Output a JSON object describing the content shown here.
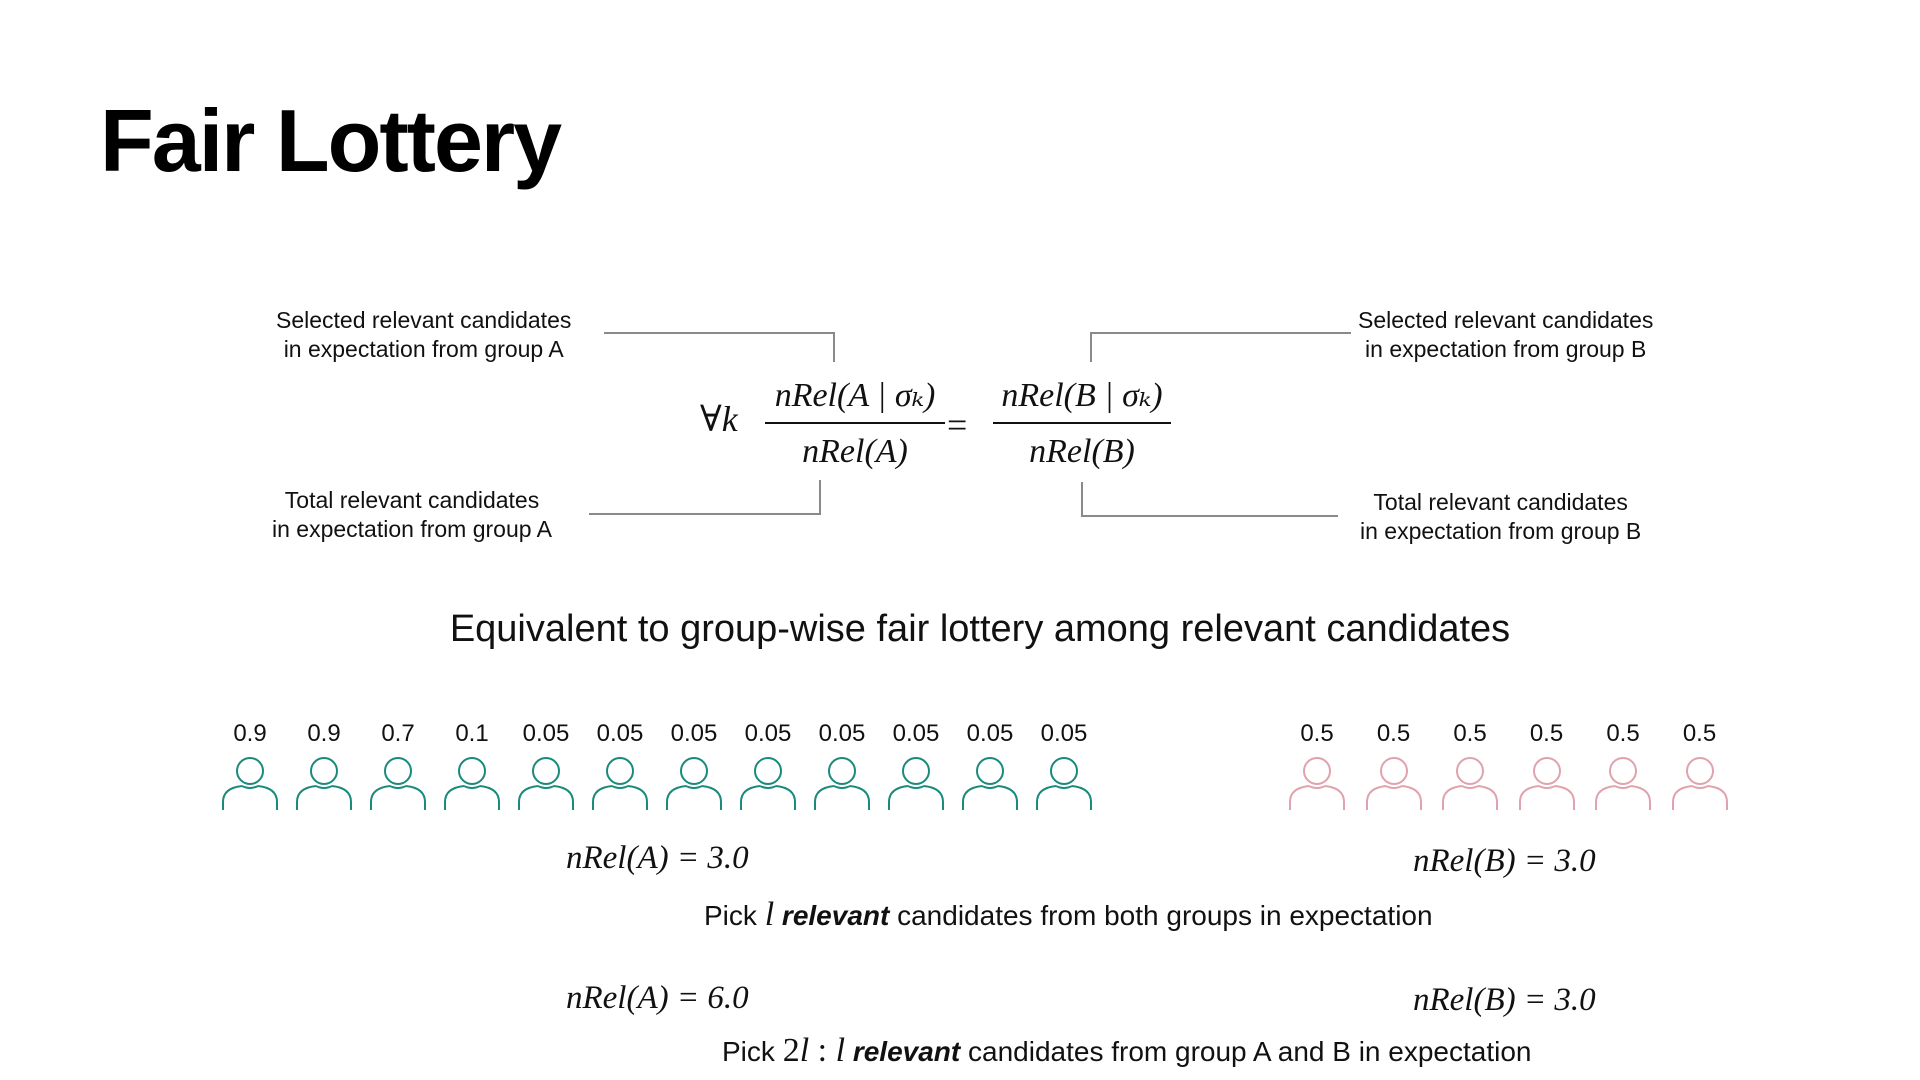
{
  "slide": {
    "title": "Fair Lottery"
  },
  "annotations": {
    "selected_a_line1": "Selected relevant candidates",
    "selected_a_line2": "in expectation from group A",
    "selected_b_line1": "Selected relevant candidates",
    "selected_b_line2": "in expectation from group B",
    "total_a_line1": "Total relevant candidates",
    "total_a_line2": "in expectation from group A",
    "total_b_line1": "Total relevant candidates",
    "total_b_line2": "in expectation from group B"
  },
  "formula": {
    "quantifier": "∀k",
    "lhs_numerator": "nRel(A | σₖ)",
    "lhs_denominator": "nRel(A)",
    "equals": "=",
    "rhs_numerator": "nRel(B | σₖ)",
    "rhs_denominator": "nRel(B)"
  },
  "subtitle": "Equivalent to group-wise fair lottery among relevant candidates",
  "group_a": {
    "color": "#1a8a7a",
    "probabilities": [
      "0.9",
      "0.9",
      "0.7",
      "0.1",
      "0.05",
      "0.05",
      "0.05",
      "0.05",
      "0.05",
      "0.05",
      "0.05",
      "0.05"
    ]
  },
  "group_b": {
    "color": "#e0a3ad",
    "probabilities": [
      "0.5",
      "0.5",
      "0.5",
      "0.5",
      "0.5",
      "0.5"
    ]
  },
  "scenario1": {
    "nrel_a": "nRel(A) = 3.0",
    "nrel_b": "nRel(B) = 3.0",
    "pick_prefix": "Pick ",
    "pick_var": "l",
    "pick_bold": "relevant",
    "pick_suffix": " candidates from both groups in expectation"
  },
  "scenario2": {
    "nrel_a": "nRel(A) = 6.0",
    "nrel_b": "nRel(B) = 3.0",
    "pick_prefix": "Pick ",
    "pick_ratio_num": "2",
    "pick_ratio_var1": "l",
    "pick_ratio_sep": " : ",
    "pick_ratio_var2": "l",
    "pick_bold": "relevant",
    "pick_suffix": " candidates from group A and B in expectation"
  }
}
